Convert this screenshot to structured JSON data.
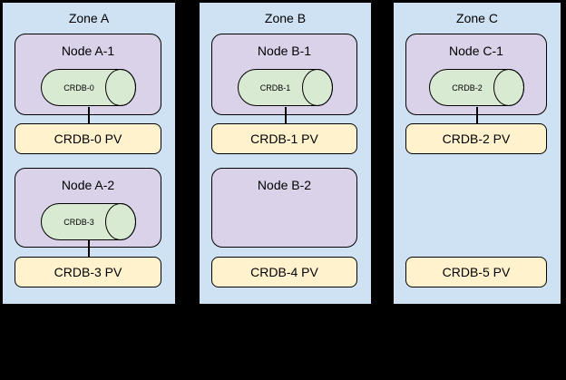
{
  "colors": {
    "canvas_bg": "#000000",
    "zone_fill": "#cfe2f3",
    "zone_border": "#000000",
    "node_fill": "#d9d2e9",
    "pod_fill": "#d9ead3",
    "pv_fill": "#fff2cc",
    "shape_border": "#000000",
    "text": "#000000"
  },
  "zones": [
    {
      "label": "Zone A",
      "slots": [
        {
          "node": {
            "label": "Node A-1",
            "pod": {
              "label": "CRDB-0"
            }
          },
          "pv": {
            "label": "CRDB-0 PV"
          }
        },
        {
          "node": {
            "label": "Node A-2",
            "pod": {
              "label": "CRDB-3"
            }
          },
          "pv": {
            "label": "CRDB-3 PV"
          }
        }
      ]
    },
    {
      "label": "Zone B",
      "slots": [
        {
          "node": {
            "label": "Node B-1",
            "pod": {
              "label": "CRDB-1"
            }
          },
          "pv": {
            "label": "CRDB-1 PV"
          }
        },
        {
          "node": {
            "label": "Node B-2"
          },
          "pv": {
            "label": "CRDB-4 PV"
          }
        }
      ]
    },
    {
      "label": "Zone C",
      "slots": [
        {
          "node": {
            "label": "Node C-1",
            "pod": {
              "label": "CRDB-2"
            }
          },
          "pv": {
            "label": "CRDB-2 PV"
          }
        },
        {
          "pv": {
            "label": "CRDB-5 PV"
          }
        }
      ]
    }
  ]
}
